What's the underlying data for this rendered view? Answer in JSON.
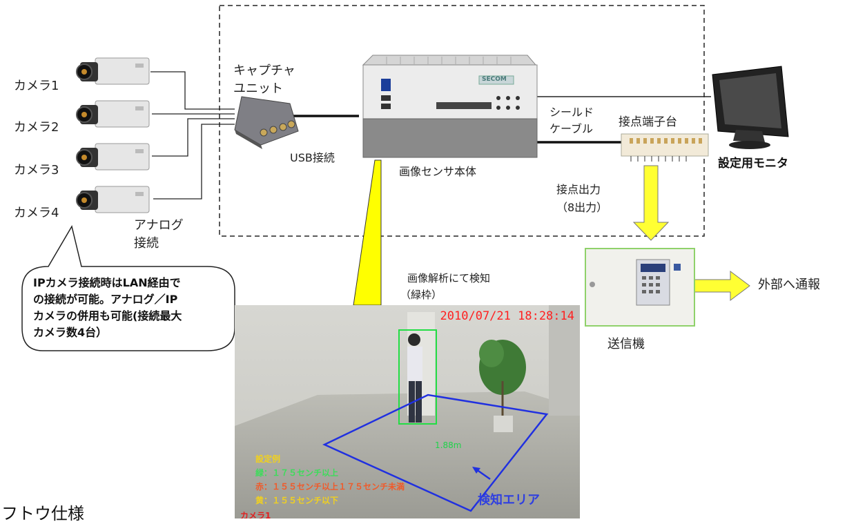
{
  "cameras": [
    {
      "label": "カメラ1"
    },
    {
      "label": "カメラ2"
    },
    {
      "label": "カメラ3"
    },
    {
      "label": "カメラ4"
    }
  ],
  "capture_unit": {
    "line1": "キャプチャ",
    "line2": "ユニット"
  },
  "analog_connection": {
    "line1": "アナログ",
    "line2": "接続"
  },
  "usb_connection": "USB接続",
  "sensor_body": "画像センサ本体",
  "sensor_brand": "SECOM",
  "shield_cable": {
    "line1": "シールド",
    "line2": "ケーブル"
  },
  "terminal_block": "接点端子台",
  "monitor_label": "設定用モニタ",
  "contact_output": {
    "line1": "接点出力",
    "line2": "（8出力）"
  },
  "transmitter": "送信機",
  "external_report": "外部へ通報",
  "detection": {
    "line1": "画像解析にて検知",
    "line2": "（緑枠）"
  },
  "callout": {
    "line1": "IPカメラ接続時はLAN経由で",
    "line2": "の接続が可能。アナログ／IP",
    "line3": "カメラの併用も可能(接続最大",
    "line4": "カメラ数4台）"
  },
  "camera_feed": {
    "timestamp": "2010/07/21 18:28:14",
    "distance": "1.88m",
    "zone_label": "検知エリア",
    "legend_title": "設定例",
    "legend_green": "緑：１７５センチ以上",
    "legend_red": "赤：１５５センチ以上１７５センチ未満",
    "legend_yellow": "黄：１５５センチ以下",
    "camera_name": "カメラ1"
  },
  "cutoff_heading": "フトウ仕様",
  "colors": {
    "highlight_yellow": "#ffff00",
    "arrow_yellow": "#ffff33",
    "detect_green": "#22dd44",
    "zone_blue": "#2030e0",
    "timestamp_red": "#ff2020"
  }
}
